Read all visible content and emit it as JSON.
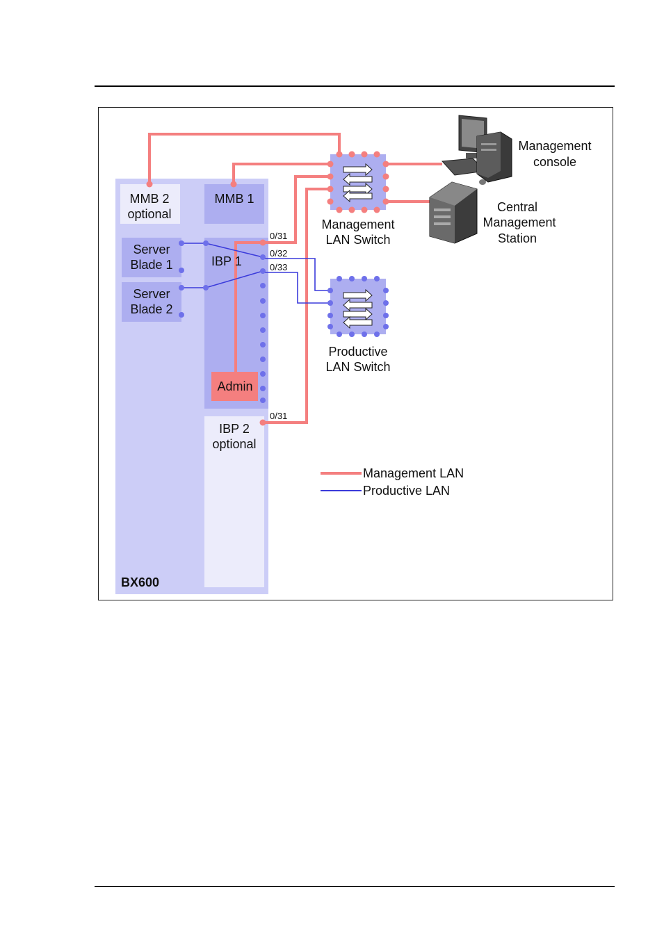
{
  "diagram": {
    "chassis_label": "BX600",
    "mmb2": {
      "line1": "MMB 2",
      "line2": "optional"
    },
    "mmb1": "MMB 1",
    "server_blade_1": {
      "line1": "Server",
      "line2": "Blade 1"
    },
    "server_blade_2": {
      "line1": "Server",
      "line2": "Blade 2"
    },
    "ibp1": "IBP 1",
    "admin": "Admin",
    "ibp2": {
      "line1": "IBP 2",
      "line2": "optional"
    },
    "ports": {
      "ibp1_p31": "0/31",
      "ibp1_p32": "0/32",
      "ibp1_p33": "0/33",
      "ibp2_p31": "0/31"
    },
    "mgmt_switch": {
      "line1": "Management",
      "line2": "LAN Switch"
    },
    "prod_switch": {
      "line1": "Productive",
      "line2": "LAN Switch"
    },
    "console": {
      "line1": "Management",
      "line2": "console"
    },
    "station": {
      "line1": "Central",
      "line2": "Management",
      "line3": "Station"
    },
    "legend": [
      {
        "label": "Management LAN",
        "color": "#f47f7f"
      },
      {
        "label": "Productive LAN",
        "color": "#3b3bdb"
      }
    ]
  },
  "colors": {
    "management_lan": "#f47f7f",
    "productive_lan": "#3b3bdb",
    "chassis": "#cccdf7",
    "module": "#adaef0",
    "admin": "#f47f7f"
  }
}
